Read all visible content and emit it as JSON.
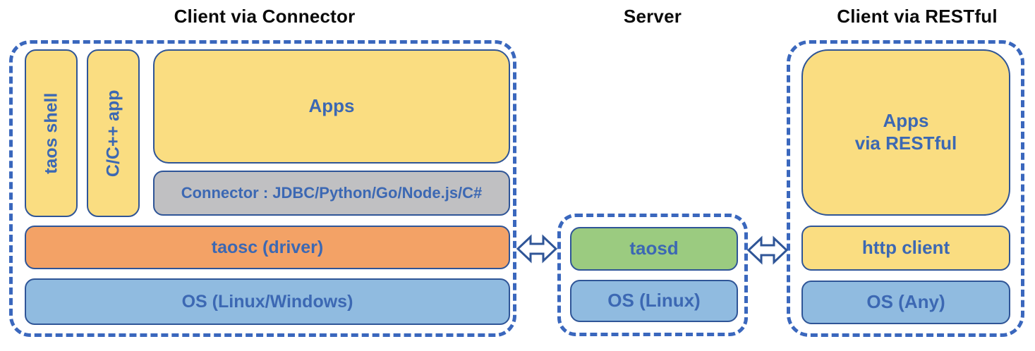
{
  "diagram": {
    "kind": "architecture-diagram",
    "sections": {
      "connector_client": {
        "title": "Client via Connector",
        "taos_shell": "taos shell",
        "cpp_app": "C/C++ app",
        "apps": "Apps",
        "connector": "Connector : JDBC/Python/Go/Node.js/C#",
        "taosc": "taosc (driver)",
        "os": "OS (Linux/Windows)"
      },
      "server": {
        "title": "Server",
        "taosd": "taosd",
        "os": "OS (Linux)"
      },
      "restful_client": {
        "title": "Client via RESTful",
        "apps_line1": "Apps",
        "apps_line2": "via RESTful",
        "http_client": "http client",
        "os": "OS (Any)"
      }
    },
    "icons": {
      "left_link": "bidirectional-arrow",
      "right_link": "bidirectional-arrow"
    },
    "colors": {
      "box_yellow": "#fadd81",
      "box_orange": "#f3a266",
      "box_blue": "#90bbe0",
      "box_green": "#9bcb80",
      "box_gray": "#c0c0c2",
      "box_border": "#2f5597",
      "dashed_border": "#3a67bd",
      "label_blue": "#3c68b3",
      "title_black": "#0a0a0a",
      "arrow_fill": "#ffffff"
    }
  }
}
